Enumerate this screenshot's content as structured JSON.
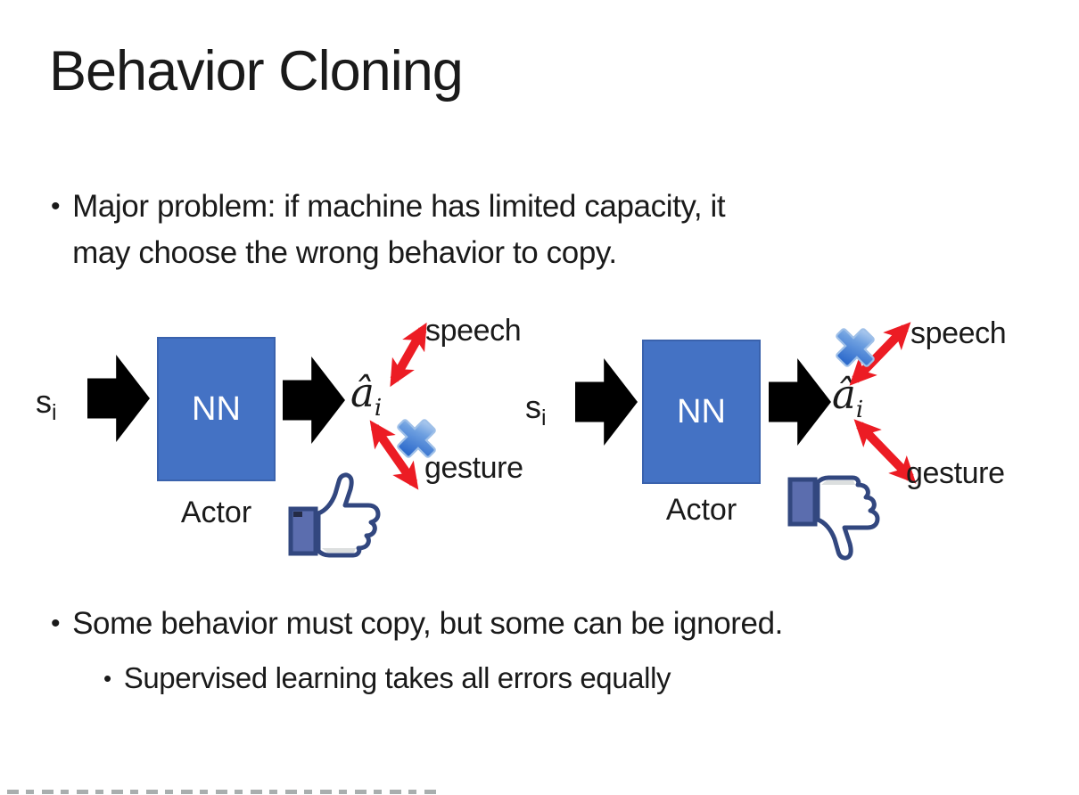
{
  "slide": {
    "title": "Behavior Cloning",
    "bullet_glyph": "•",
    "bullet_major_lines": [
      "Major problem: if machine has limited capacity, it",
      "may choose the wrong behavior to copy."
    ],
    "bullet_some": "Some behavior must copy, but some can be ignored.",
    "bullet_supervised": "Supervised learning takes all errors equally"
  },
  "diagram": {
    "left": {
      "input": "s",
      "input_sub": "i",
      "nn_label": "NN",
      "output": "â",
      "output_sub": "i",
      "actor_label": "Actor",
      "speech_label": "speech",
      "gesture_label": "gesture",
      "crossed_out": "gesture",
      "feedback_icon": "thumbs-up"
    },
    "right": {
      "input": "s",
      "input_sub": "i",
      "nn_label": "NN",
      "output": "â",
      "output_sub": "i",
      "actor_label": "Actor",
      "speech_label": "speech",
      "gesture_label": "gesture",
      "crossed_out": "speech",
      "feedback_icon": "thumbs-down"
    }
  },
  "colors": {
    "background": "#ffffff",
    "text": "#1a1a1a",
    "nn_box": "#4472c4",
    "nn_box_border": "#3a62ad",
    "nn_text": "#ffffff",
    "arrow_black": "#000000",
    "arrow_red": "#ec1c24",
    "cross_blue_light": "#aecdf2",
    "cross_blue_dark": "#2e6bcc",
    "thumb_outline": "#32477f",
    "thumb_cuff": "#5b6dae"
  }
}
